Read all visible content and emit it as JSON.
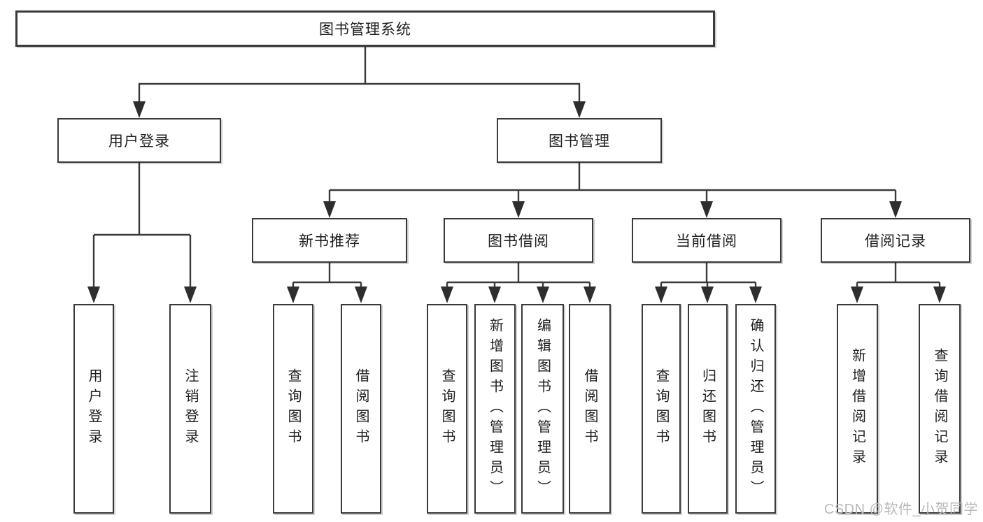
{
  "diagram": {
    "type": "hierarchy",
    "root": {
      "label": "图书管理系统",
      "children": [
        {
          "label": "用户登录",
          "children": [
            {
              "label": "用户登录"
            },
            {
              "label": "注销登录"
            }
          ]
        },
        {
          "label": "图书管理",
          "children": [
            {
              "label": "新书推荐",
              "children": [
                {
                  "label": "查询图书"
                },
                {
                  "label": "借阅图书"
                }
              ]
            },
            {
              "label": "图书借阅",
              "children": [
                {
                  "label": "查询图书"
                },
                {
                  "label": "新增图书（管理员）"
                },
                {
                  "label": "编辑图书（管理员）"
                },
                {
                  "label": "借阅图书"
                }
              ]
            },
            {
              "label": "当前借阅",
              "children": [
                {
                  "label": "查询图书"
                },
                {
                  "label": "归还图书"
                },
                {
                  "label": "确认归还（管理员）"
                }
              ]
            },
            {
              "label": "借阅记录",
              "children": [
                {
                  "label": "新增借阅记录"
                },
                {
                  "label": "查询借阅记录"
                }
              ]
            }
          ]
        }
      ]
    },
    "line_color": "#3a3a3a",
    "box_background": "#ffffff",
    "text_color": "#1f1f1f"
  },
  "watermark": {
    "text": "CSDN @软件_小贺同学"
  }
}
